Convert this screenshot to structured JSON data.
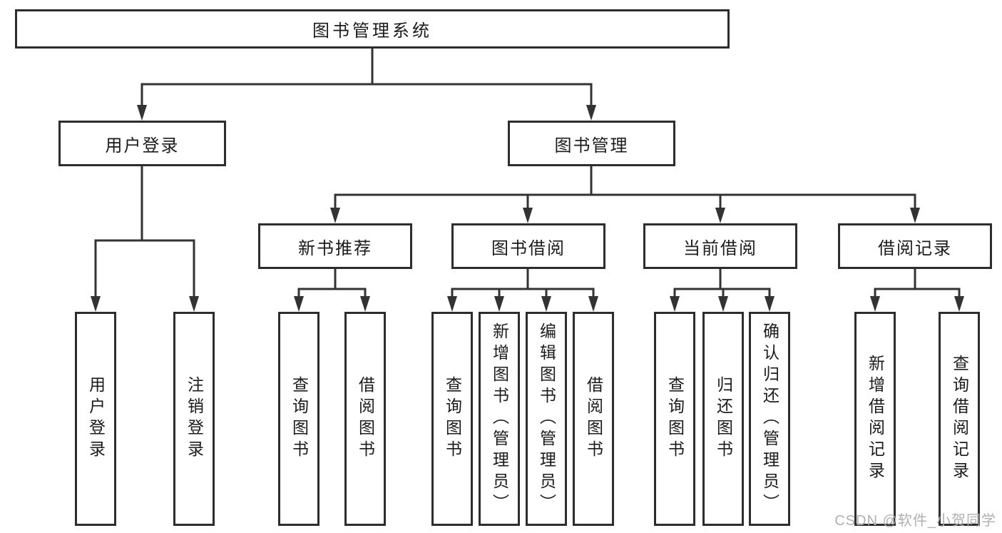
{
  "diagram": {
    "type": "hierarchy-tree",
    "title": "图书管理系统",
    "nodes": {
      "root": {
        "label": "图书管理系统"
      },
      "level2": [
        {
          "label": "用户登录",
          "parent": "图书管理系统"
        },
        {
          "label": "图书管理",
          "parent": "图书管理系统"
        }
      ],
      "level3": [
        {
          "label": "新书推荐",
          "parent": "图书管理"
        },
        {
          "label": "图书借阅",
          "parent": "图书管理"
        },
        {
          "label": "当前借阅",
          "parent": "图书管理"
        },
        {
          "label": "借阅记录",
          "parent": "图书管理"
        }
      ],
      "leaves": [
        {
          "label": "用户登录",
          "parent": "用户登录"
        },
        {
          "label": "注销登录",
          "parent": "用户登录"
        },
        {
          "label": "查询图书",
          "parent": "新书推荐"
        },
        {
          "label": "借阅图书",
          "parent": "新书推荐"
        },
        {
          "label": "查询图书",
          "parent": "图书借阅"
        },
        {
          "label": "新增图书（管理员）",
          "parent": "图书借阅"
        },
        {
          "label": "编辑图书（管理员）",
          "parent": "图书借阅"
        },
        {
          "label": "借阅图书",
          "parent": "图书借阅"
        },
        {
          "label": "查询图书",
          "parent": "当前借阅"
        },
        {
          "label": "归还图书",
          "parent": "当前借阅"
        },
        {
          "label": "确认归还（管理员）",
          "parent": "当前借阅"
        },
        {
          "label": "新增借阅记录",
          "parent": "借阅记录"
        },
        {
          "label": "查询借阅记录",
          "parent": "借阅记录"
        }
      ]
    },
    "watermark": "CSDN @软件_小贺同学",
    "colors": {
      "line": "#333333",
      "border": "#2d2d2d",
      "text": "#1b1b1b",
      "background": "#ffffff",
      "watermark": "#b0b0b0"
    }
  }
}
